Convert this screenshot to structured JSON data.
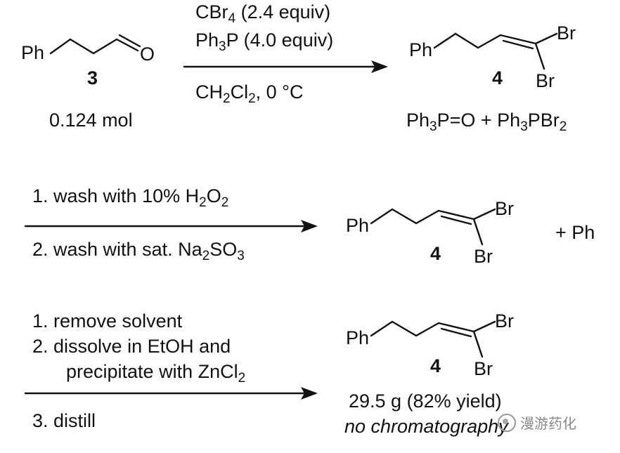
{
  "scheme": {
    "step1": {
      "start_ph": "Ph",
      "start_o": "O",
      "start_label": "3",
      "start_amount": "0.124 mol",
      "reagent1": "CBr",
      "reagent1_sub": "4",
      "reagent1_tail": " (2.4 equiv)",
      "reagent2_a": "Ph",
      "reagent2_sub": "3",
      "reagent2_tail": "P (4.0 equiv)",
      "cond_a": "CH",
      "cond_sub1": "2",
      "cond_b": "Cl",
      "cond_sub2": "2",
      "cond_tail": ", 0 °C",
      "product_ph": "Ph",
      "product_br_top": "Br",
      "product_br_bottom": "Br",
      "product_label": "4",
      "byprod_a": "Ph",
      "byprod_sub1": "3",
      "byprod_b": "P=O + Ph",
      "byprod_sub2": "3",
      "byprod_c": "PBr",
      "byprod_sub3": "2"
    },
    "step2": {
      "wash1_a": "1. wash with 10% H",
      "wash1_sub1": "2",
      "wash1_b": "O",
      "wash1_sub2": "2",
      "wash2_a": "2. wash with sat. Na",
      "wash2_sub1": "2",
      "wash2_b": "SO",
      "wash2_sub2": "3",
      "product_ph": "Ph",
      "product_br_top": "Br",
      "product_br_bottom": "Br",
      "product_label": "4",
      "plus_text": "+ Ph"
    },
    "step3": {
      "line1": "1. remove solvent",
      "line2": "2. dissolve in EtOH and",
      "line3_a": "precipitate with ZnCl",
      "line3_sub": "2",
      "line4": "3. distill",
      "product_ph": "Ph",
      "product_br_top": "Br",
      "product_br_bottom": "Br",
      "product_label": "4",
      "yield": "29.5 g (82% yield)",
      "note": "no chromatography"
    }
  },
  "watermark": {
    "text": "漫游药化",
    "icon": "wechat-icon"
  }
}
